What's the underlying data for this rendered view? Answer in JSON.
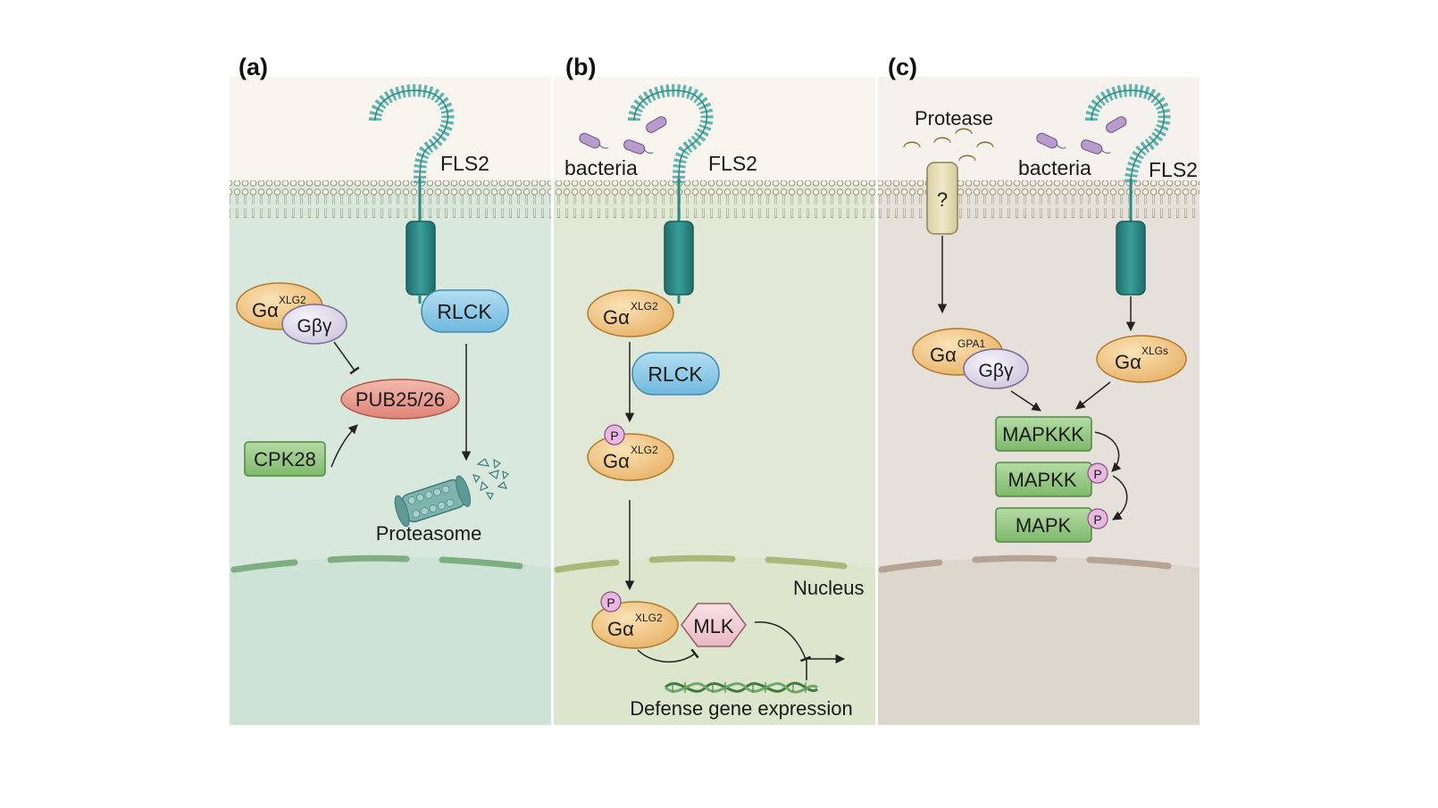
{
  "panels": [
    {
      "letter": "(a)",
      "receptor": "FLS2",
      "g_alpha": "Gα",
      "g_alpha_sup": "XLG2",
      "g_bg": "Gβγ",
      "rlck": "RLCK",
      "pub": "PUB25/26",
      "cpk": "CPK28",
      "proteasome": "Proteasome"
    },
    {
      "letter": "(b)",
      "bacteria": "bacteria",
      "receptor": "FLS2",
      "g_alpha": "Gα",
      "g_alpha_sup": "XLG2",
      "rlck": "RLCK",
      "phospho": "P",
      "mlk": "MLK",
      "nucleus": "Nucleus",
      "defense": "Defense gene expression"
    },
    {
      "letter": "(c)",
      "protease": "Protease",
      "unknown_receptor": "?",
      "bacteria": "bacteria",
      "receptor": "FLS2",
      "g_alpha": "Gα",
      "gpa1_sup": "GPA1",
      "g_bg": "Gβγ",
      "xlgs_sup": "XLGs",
      "mapkkk": "MAPKKK",
      "mapkk": "MAPKK",
      "mapk": "MAPK",
      "phospho": "P"
    }
  ],
  "colors": {
    "panel_a_cyto": "#d6e7dc",
    "panel_b_cyto": "#dfe8d3",
    "panel_c_cyto": "#e3ddd6",
    "extracellular": "#f6f4ef",
    "receptor_teal": "#2a8a86",
    "receptor_light": "#8fd0cc",
    "g_alpha_orange": "#f2c98a",
    "g_bg_lavender": "#e6e0f0",
    "rlck_blue": "#8fcbe8",
    "pub_red": "#e89a8e",
    "kinase_green": "#8fc47e",
    "mlk_pink": "#f2cfd6",
    "phospho_pink": "#e9b8e0",
    "protease_tan": "#c4a868"
  }
}
